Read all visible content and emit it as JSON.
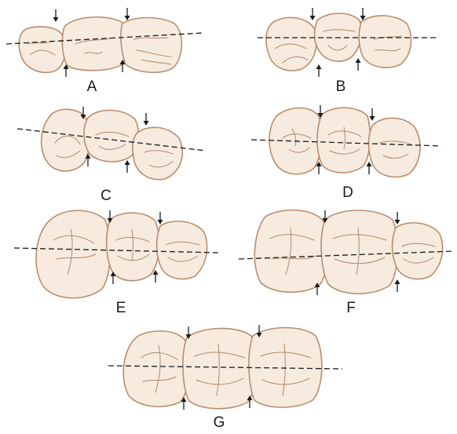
{
  "panels": [
    {
      "label": "A"
    },
    {
      "label": "B"
    },
    {
      "label": "C"
    },
    {
      "label": "D"
    },
    {
      "label": "E"
    },
    {
      "label": "F"
    },
    {
      "label": "G"
    }
  ],
  "colors": {
    "tooth_fill": "#f7ebdf",
    "tooth_outline": "#b98d6b",
    "line": "#1a1a1a"
  },
  "icons": [
    "contact-arrow-icon"
  ]
}
